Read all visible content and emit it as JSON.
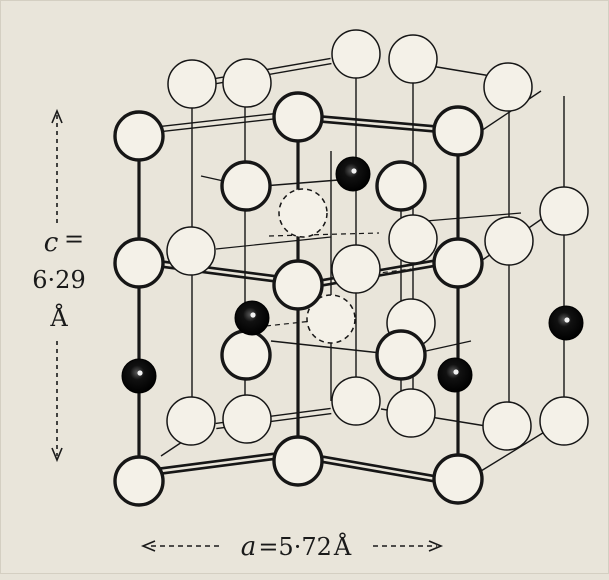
{
  "figure": {
    "type": "crystal-structure-diagram",
    "colors": {
      "background": "#e9e5da",
      "ink": "#161616",
      "atom_fill": "#f4f1e8",
      "small_atom_fill": "#111111"
    },
    "c_axis": {
      "symbol": "c",
      "equals": "=",
      "value": "6·29",
      "unit": "Å"
    },
    "a_axis": {
      "symbol": "a",
      "equals": "=",
      "value": "5·72",
      "unit": "Å"
    },
    "icons": [
      "large-atom-icon",
      "small-black-atom-icon",
      "dashed-arrow-icon"
    ]
  }
}
